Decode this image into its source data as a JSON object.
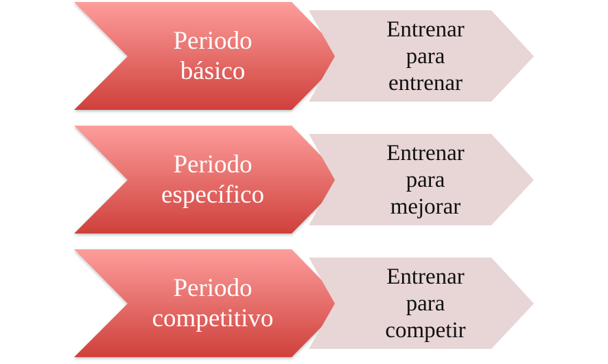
{
  "colors": {
    "main_top": "#fd9d9b",
    "main_bottom": "#cf403b",
    "sub_fill": "#e8d5d5"
  },
  "rows": [
    {
      "main": [
        "Periodo",
        "básico"
      ],
      "sub": [
        "Entrenar",
        "para",
        "entrenar"
      ]
    },
    {
      "main": [
        "Periodo",
        "específico"
      ],
      "sub": [
        "Entrenar",
        "para",
        "mejorar"
      ]
    },
    {
      "main": [
        "Periodo",
        "competitivo"
      ],
      "sub": [
        "Entrenar",
        "para",
        "competir"
      ]
    }
  ]
}
